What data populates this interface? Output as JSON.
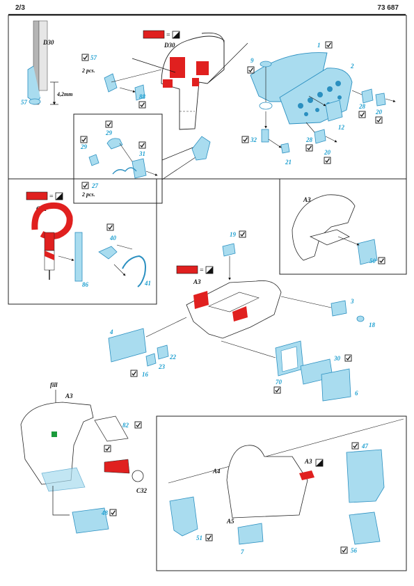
{
  "header": {
    "page": "2/3",
    "sheet_code": "73 687"
  },
  "colors": {
    "etch": "#a9dcef",
    "etch_stroke": "#2a8fc0",
    "number": "#1e9fd0",
    "red": "#e0201f",
    "green": "#1a9a3a",
    "frame": "#222222"
  },
  "panels": {
    "top_left": {
      "part_label": "D30",
      "dimension": "4,2mm",
      "part_no": "57"
    },
    "top_center": {
      "part_label": "D30",
      "parts": [
        "57",
        "88",
        "1",
        "2",
        "9",
        "28",
        "20",
        "12",
        "32",
        "21",
        "28",
        "20"
      ],
      "qty_note": "2 pcs."
    },
    "inset_box": {
      "parts": [
        "29",
        "29",
        "31",
        "27"
      ],
      "qty_note": "2 pcs."
    },
    "left_middle": {
      "part_label": "C22",
      "parts": [
        "40",
        "86",
        "41"
      ]
    },
    "right_middle": {
      "part_label": "A3",
      "parts": [
        "50"
      ]
    },
    "center": {
      "part_label": "A3",
      "parts": [
        "19",
        "3",
        "18",
        "4",
        "22",
        "23",
        "16",
        "30",
        "70",
        "6"
      ]
    },
    "lower_left": {
      "note": "fill",
      "part_label": "A3",
      "sub_label": "C32",
      "parts": [
        "82",
        "48"
      ]
    },
    "lower_right": {
      "labels": [
        "A4",
        "A5",
        "A3"
      ],
      "parts": [
        "47",
        "51",
        "7",
        "56"
      ]
    }
  }
}
